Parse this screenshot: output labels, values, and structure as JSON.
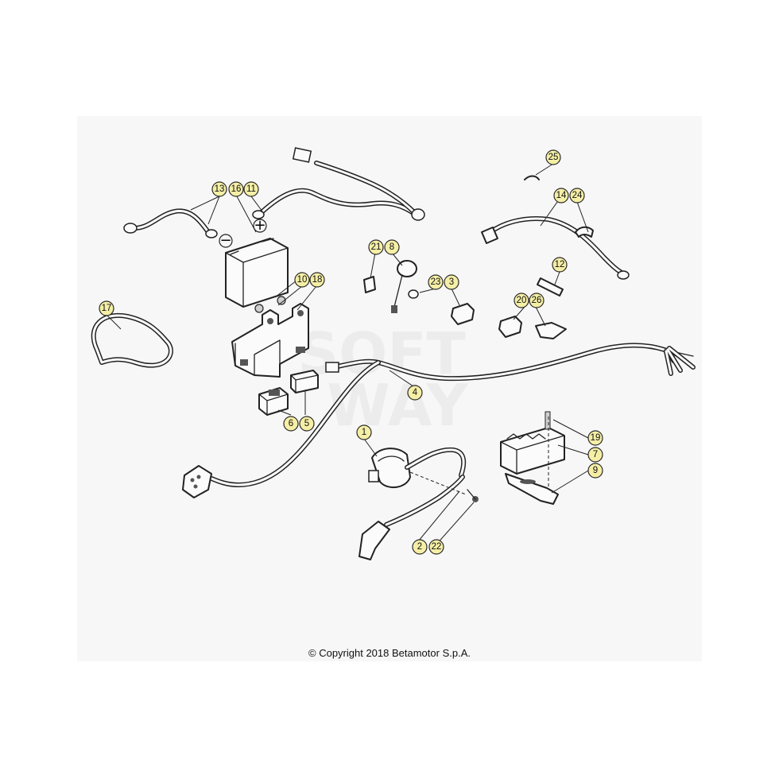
{
  "watermark": [
    "SOFT",
    "WAY"
  ],
  "copyright": "© Copyright 2018 Betamotor S.p.A.",
  "callouts": {
    "c1": "1",
    "c2": "2",
    "c3": "3",
    "c4": "4",
    "c5": "5",
    "c6": "6",
    "c7": "7",
    "c8": "8",
    "c9": "9",
    "c10": "10",
    "c11": "11",
    "c12": "12",
    "c13": "13",
    "c14": "14",
    "c16": "16",
    "c17": "17",
    "c18": "18",
    "c19": "19",
    "c20": "20",
    "c21": "21",
    "c22": "22",
    "c23": "23",
    "c24": "24",
    "c25": "25",
    "c26": "26"
  },
  "battery_symbols": {
    "positive": "+",
    "negative": "−"
  },
  "colors": {
    "callout_fill": "#f5efa6",
    "line": "#222222",
    "panel": "#f7f7f7"
  }
}
